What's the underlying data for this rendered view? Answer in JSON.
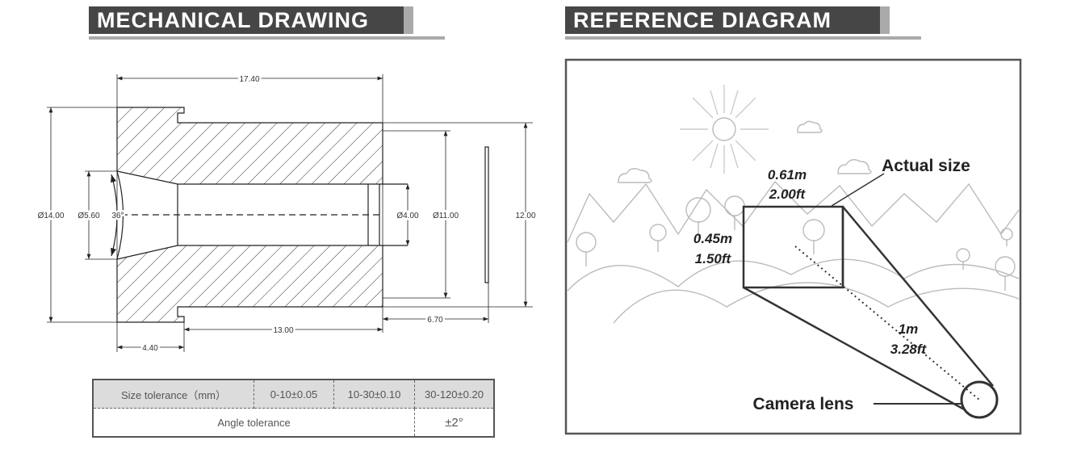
{
  "left_panel": {
    "title": "MECHANICAL DRAWING",
    "dimensions": {
      "overall_length": "17.40",
      "body_length": "13.00",
      "flange_length": "4.40",
      "plate_offset": "6.70",
      "outer_diameter": "Ø14.00",
      "entry_diameter": "Ø5.60",
      "cone_angle": "36°",
      "bore_diameter": "Ø4.00",
      "thread_diameter": "Ø11.00",
      "outer_height": "12.00"
    },
    "tolerance_table": {
      "size_label": "Size tolerance（mm）",
      "size_ranges": [
        "0-10±0.05",
        "10-30±0.10",
        "30-120±0.20"
      ],
      "angle_label": "Angle tolerance",
      "angle_value": "±2°"
    }
  },
  "right_panel": {
    "title": "REFERENCE DIAGRAM",
    "actual_size_label": "Actual size",
    "width_m": "0.61m",
    "width_ft": "2.00ft",
    "height_m": "0.45m",
    "height_ft": "1.50ft",
    "distance_m": "1m",
    "distance_ft": "3.28ft",
    "camera_label": "Camera lens"
  }
}
